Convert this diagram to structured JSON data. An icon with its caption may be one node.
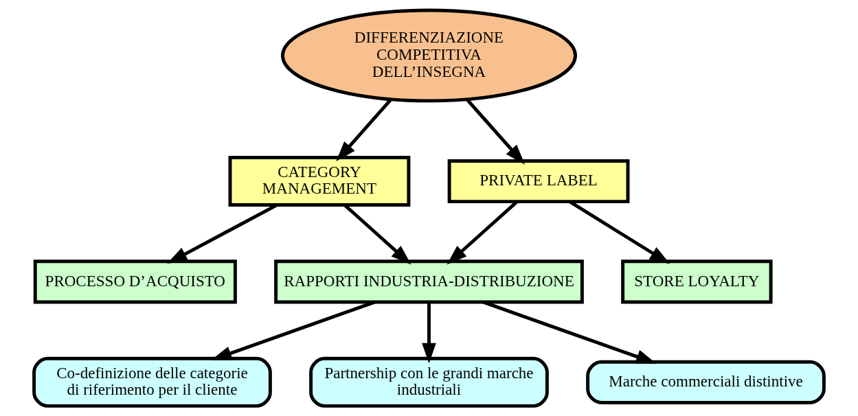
{
  "diagram": {
    "nodes": [
      {
        "text": [
          "DIFFERENZIAZIONE COMPETITIVA DELL’INSEGNA"
        ]
      },
      {
        "text": [
          "CATEGORY MANAGEMENT"
        ]
      },
      {
        "text": [
          "PRIVATE LABEL"
        ]
      },
      {
        "text": [
          "PROCESSO D’ACQUISTO"
        ]
      },
      {
        "text": [
          "RAPPORTI INDUSTRIA-DISTRIBUZIONE"
        ]
      },
      {
        "text": [
          "STORE LOYALTY"
        ]
      },
      {
        "text": [
          "Co-definizione delle categorie di riferimento per il cliente"
        ]
      },
      {
        "text": [
          "Partnership con le grandi marche industriali"
        ]
      },
      {
        "text": [
          "Marche commerciali distintive"
        ]
      }
    ],
    "edges": [
      {
        "from": 0,
        "to": 1,
        "arrow": "to"
      },
      {
        "from": 0,
        "to": 2,
        "arrow": "to"
      },
      {
        "from": 1,
        "to": 3,
        "arrow": "to"
      },
      {
        "from": 1,
        "to": 4,
        "arrow": "to"
      },
      {
        "from": 2,
        "to": 4,
        "arrow": "to"
      },
      {
        "from": 2,
        "to": 5,
        "arrow": "to"
      },
      {
        "from": 4,
        "to": 6,
        "arrow": "to"
      },
      {
        "from": 4,
        "to": 7,
        "arrow": "to"
      },
      {
        "from": 4,
        "to": 8,
        "arrow": "to"
      }
    ]
  }
}
